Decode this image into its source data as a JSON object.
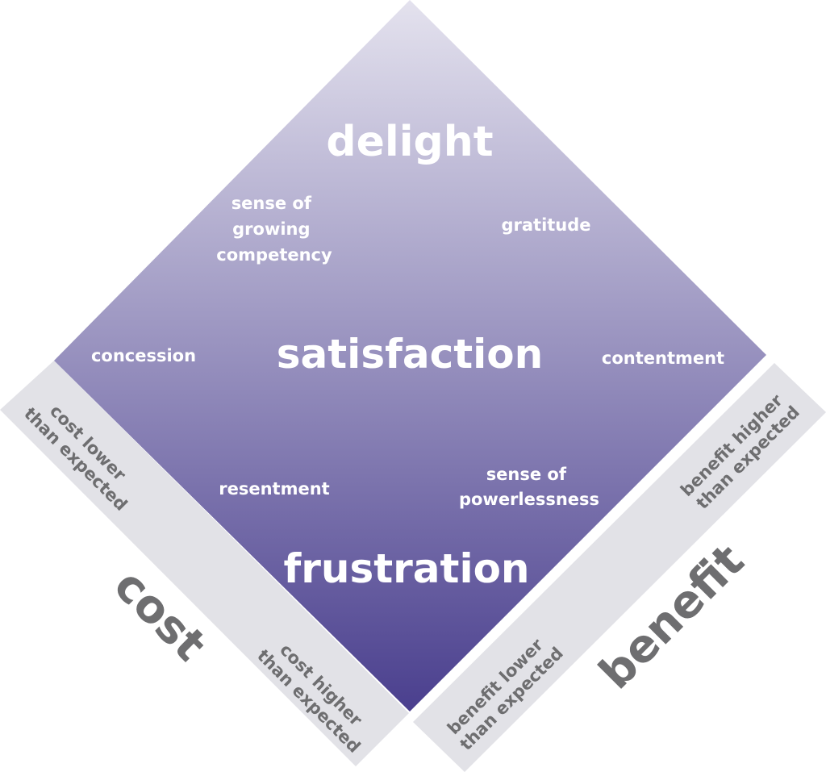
{
  "diagram": {
    "gradient_top": "#e4e2ee",
    "gradient_bottom": "#4a3f8e",
    "strip_color": "#e2e2e7",
    "inner_text_color": "#ffffff",
    "axis_text_color": "#6e6e70",
    "top": "delight",
    "center": "satisfaction",
    "bottom": "frustration",
    "upper_left": [
      "sense of",
      "growing",
      "competency"
    ],
    "upper_right": "gratitude",
    "left": "concession",
    "right": "contentment",
    "lower_left": "resentment",
    "lower_right": [
      "sense of",
      "powerlessness"
    ],
    "cost_axis": {
      "label": "cost",
      "low": [
        "cost lower",
        "than expected"
      ],
      "high": [
        "cost higher",
        "than expected"
      ]
    },
    "benefit_axis": {
      "label": "benefit",
      "low": [
        "benefit lower",
        "than expected"
      ],
      "high": [
        "benefit higher",
        "than expected"
      ]
    }
  }
}
